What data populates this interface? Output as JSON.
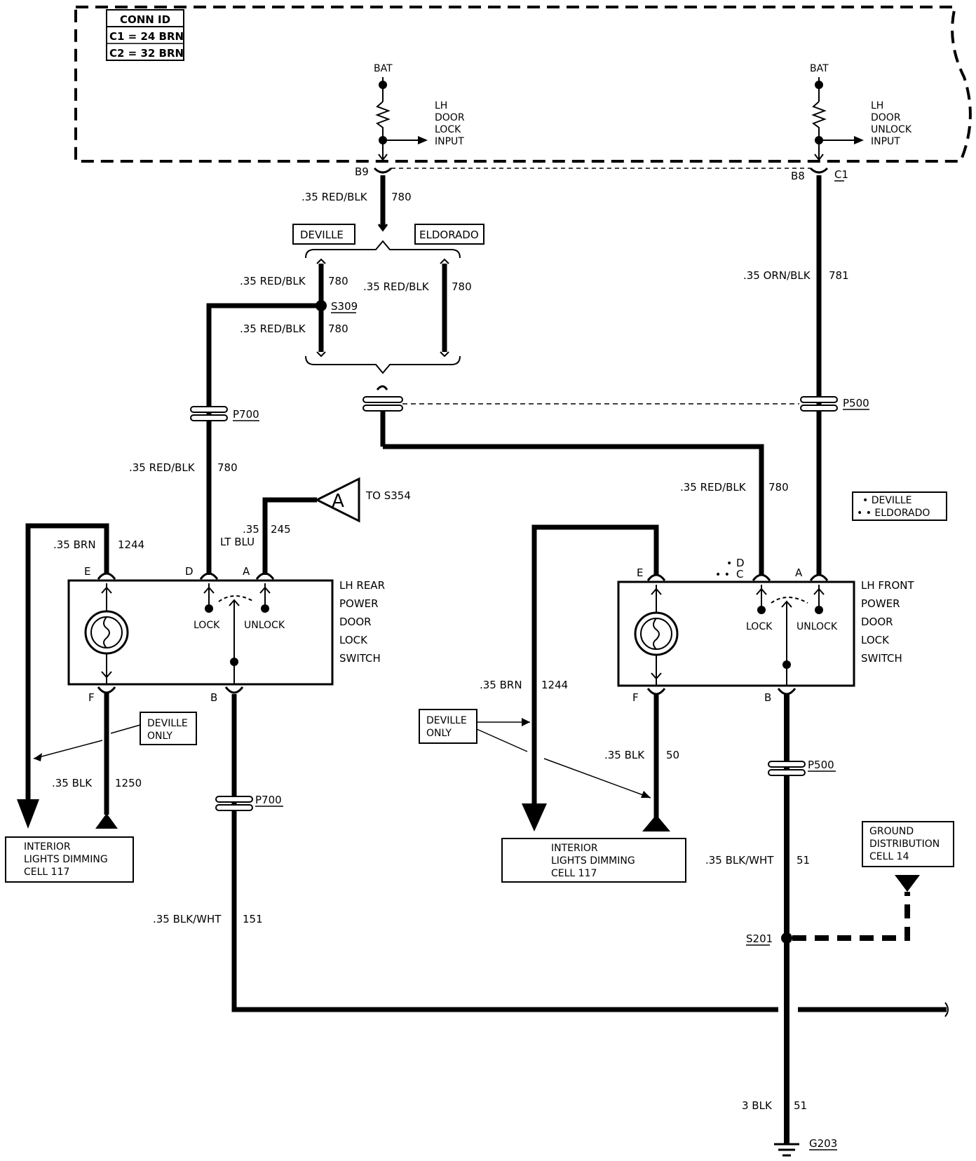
{
  "conn_id": {
    "title": "CONN ID",
    "c1": "C1 = 24 BRN",
    "c2": "C2 = 32 BRN"
  },
  "bat": "BAT",
  "lh_door_lock_input": [
    "LH",
    "DOOR",
    "LOCK",
    "INPUT"
  ],
  "lh_door_unlock_input": [
    "LH",
    "DOOR",
    "UNLOCK",
    "INPUT"
  ],
  "pins": {
    "b9": "B9",
    "b8": "B8",
    "c1": "C1",
    "e": "E",
    "d": "D",
    "a": "A",
    "f": "F",
    "b": "B",
    "c": "C"
  },
  "wires": {
    "red_blk": ".35 RED/BLK",
    "n780": "780",
    "orn_blk": ".35 ORN/BLK",
    "n781": "781",
    "brn": ".35 BRN",
    "n1244": "1244",
    "ltblu_size": ".35",
    "ltblu": "LT BLU",
    "n245": "245",
    "blk": ".35 BLK",
    "n1250": "1250",
    "n50": "50",
    "blk_wht": ".35 BLK/WHT",
    "n151": "151",
    "n51": "51",
    "blk3": "3 BLK"
  },
  "tags": {
    "deville": "DEVILLE",
    "eldorado": "ELDORADO",
    "deville_only": [
      "DEVILLE",
      "ONLY"
    ]
  },
  "splices": {
    "s309": "S309",
    "s201": "S201",
    "g203": "G203"
  },
  "connectors": {
    "p700": "P700",
    "p500": "P500"
  },
  "a_ref": "A",
  "to_s354": "TO S354",
  "legend": {
    "deville": "• DEVILLE",
    "eldorado": "• • ELDORADO"
  },
  "rear_switch": [
    "LH REAR",
    "POWER",
    "DOOR",
    "LOCK",
    "SWITCH"
  ],
  "front_switch": [
    "LH FRONT",
    "POWER",
    "DOOR",
    "LOCK",
    "SWITCH"
  ],
  "lock": "LOCK",
  "unlock": "UNLOCK",
  "dimming": [
    "INTERIOR",
    "LIGHTS DIMMING",
    "CELL 117"
  ],
  "ground_dist": [
    "GROUND",
    "DISTRIBUTION",
    "CELL 14"
  ]
}
